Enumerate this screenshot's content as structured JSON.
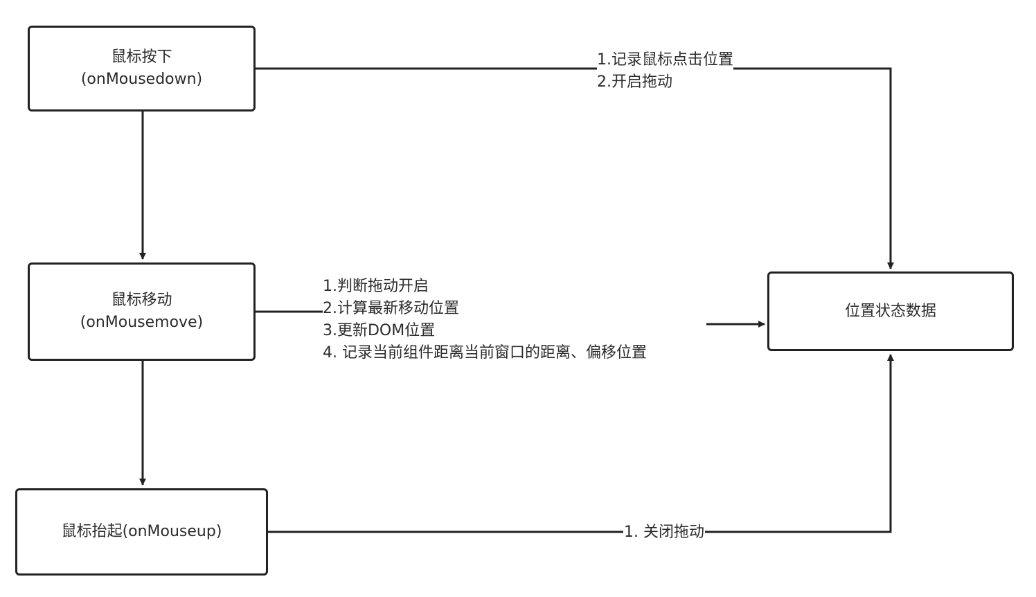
{
  "nodes": {
    "mousedown": {
      "title": "鼠标按下",
      "subtitle": "(onMousedown)"
    },
    "mousemove": {
      "title": "鼠标移动",
      "subtitle": "(onMousemove)"
    },
    "mouseup": {
      "title": "鼠标抬起(onMouseup)"
    },
    "state": {
      "title": "位置状态数据"
    }
  },
  "edges": {
    "down_to_state": [
      "1.记录鼠标点击位置",
      "2.开启拖动"
    ],
    "move_to_state": [
      "1.判断拖动开启",
      "2.计算最新移动位置",
      "3.更新DOM位置",
      "4. 记录当前组件距离当前窗口的距离、偏移位置"
    ],
    "up_to_state": [
      "1. 关闭拖动"
    ]
  },
  "style": {
    "stroke": "#222222",
    "text": "#2b2b2b",
    "background": "#ffffff"
  }
}
